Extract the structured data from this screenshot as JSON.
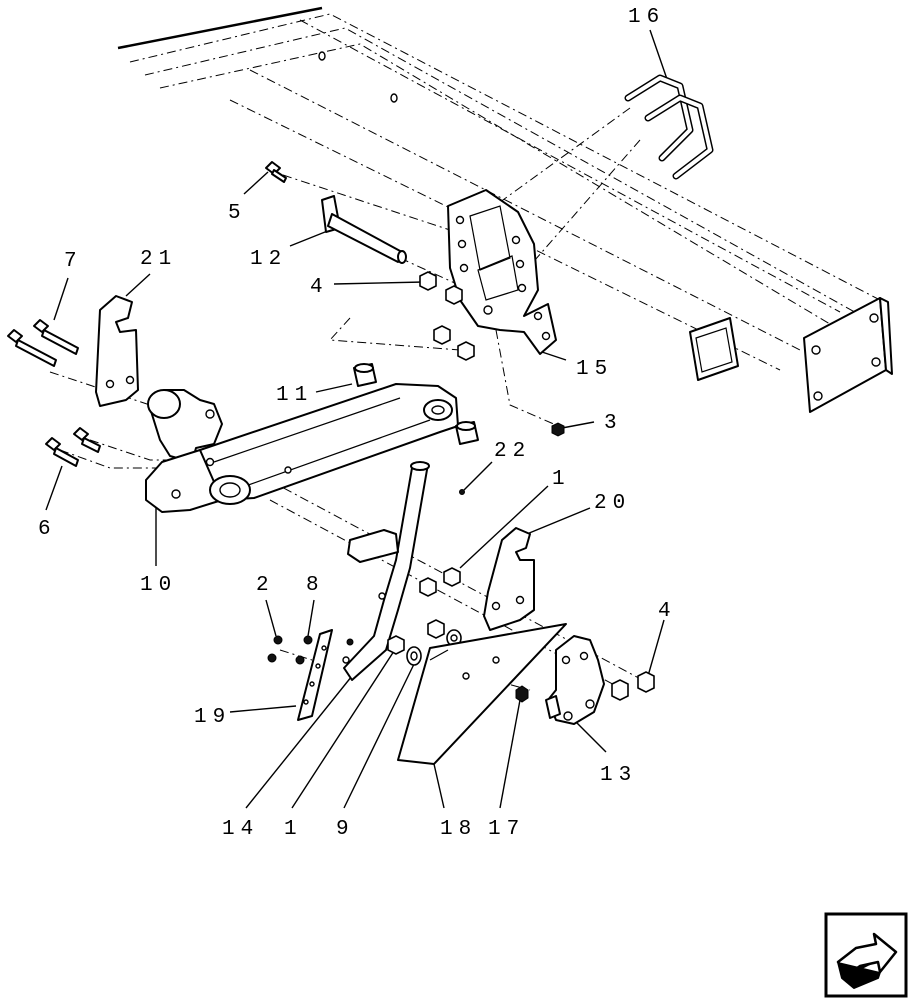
{
  "labels": {
    "p1a": "1",
    "p1b": "1",
    "p2": "2",
    "p3": "3",
    "p4a": "4",
    "p4b": "4",
    "p5": "5",
    "p6": "6",
    "p7": "7",
    "p8": "8",
    "p9": "9",
    "p10": "10",
    "p11": "11",
    "p12": "12",
    "p13": "13",
    "p14": "14",
    "p15": "15",
    "p16": "16",
    "p17": "17",
    "p18": "18",
    "p19": "19",
    "p20": "20",
    "p21": "21",
    "p22": "22"
  },
  "icons": {
    "nav_icon": "forward-arrow-icon"
  }
}
